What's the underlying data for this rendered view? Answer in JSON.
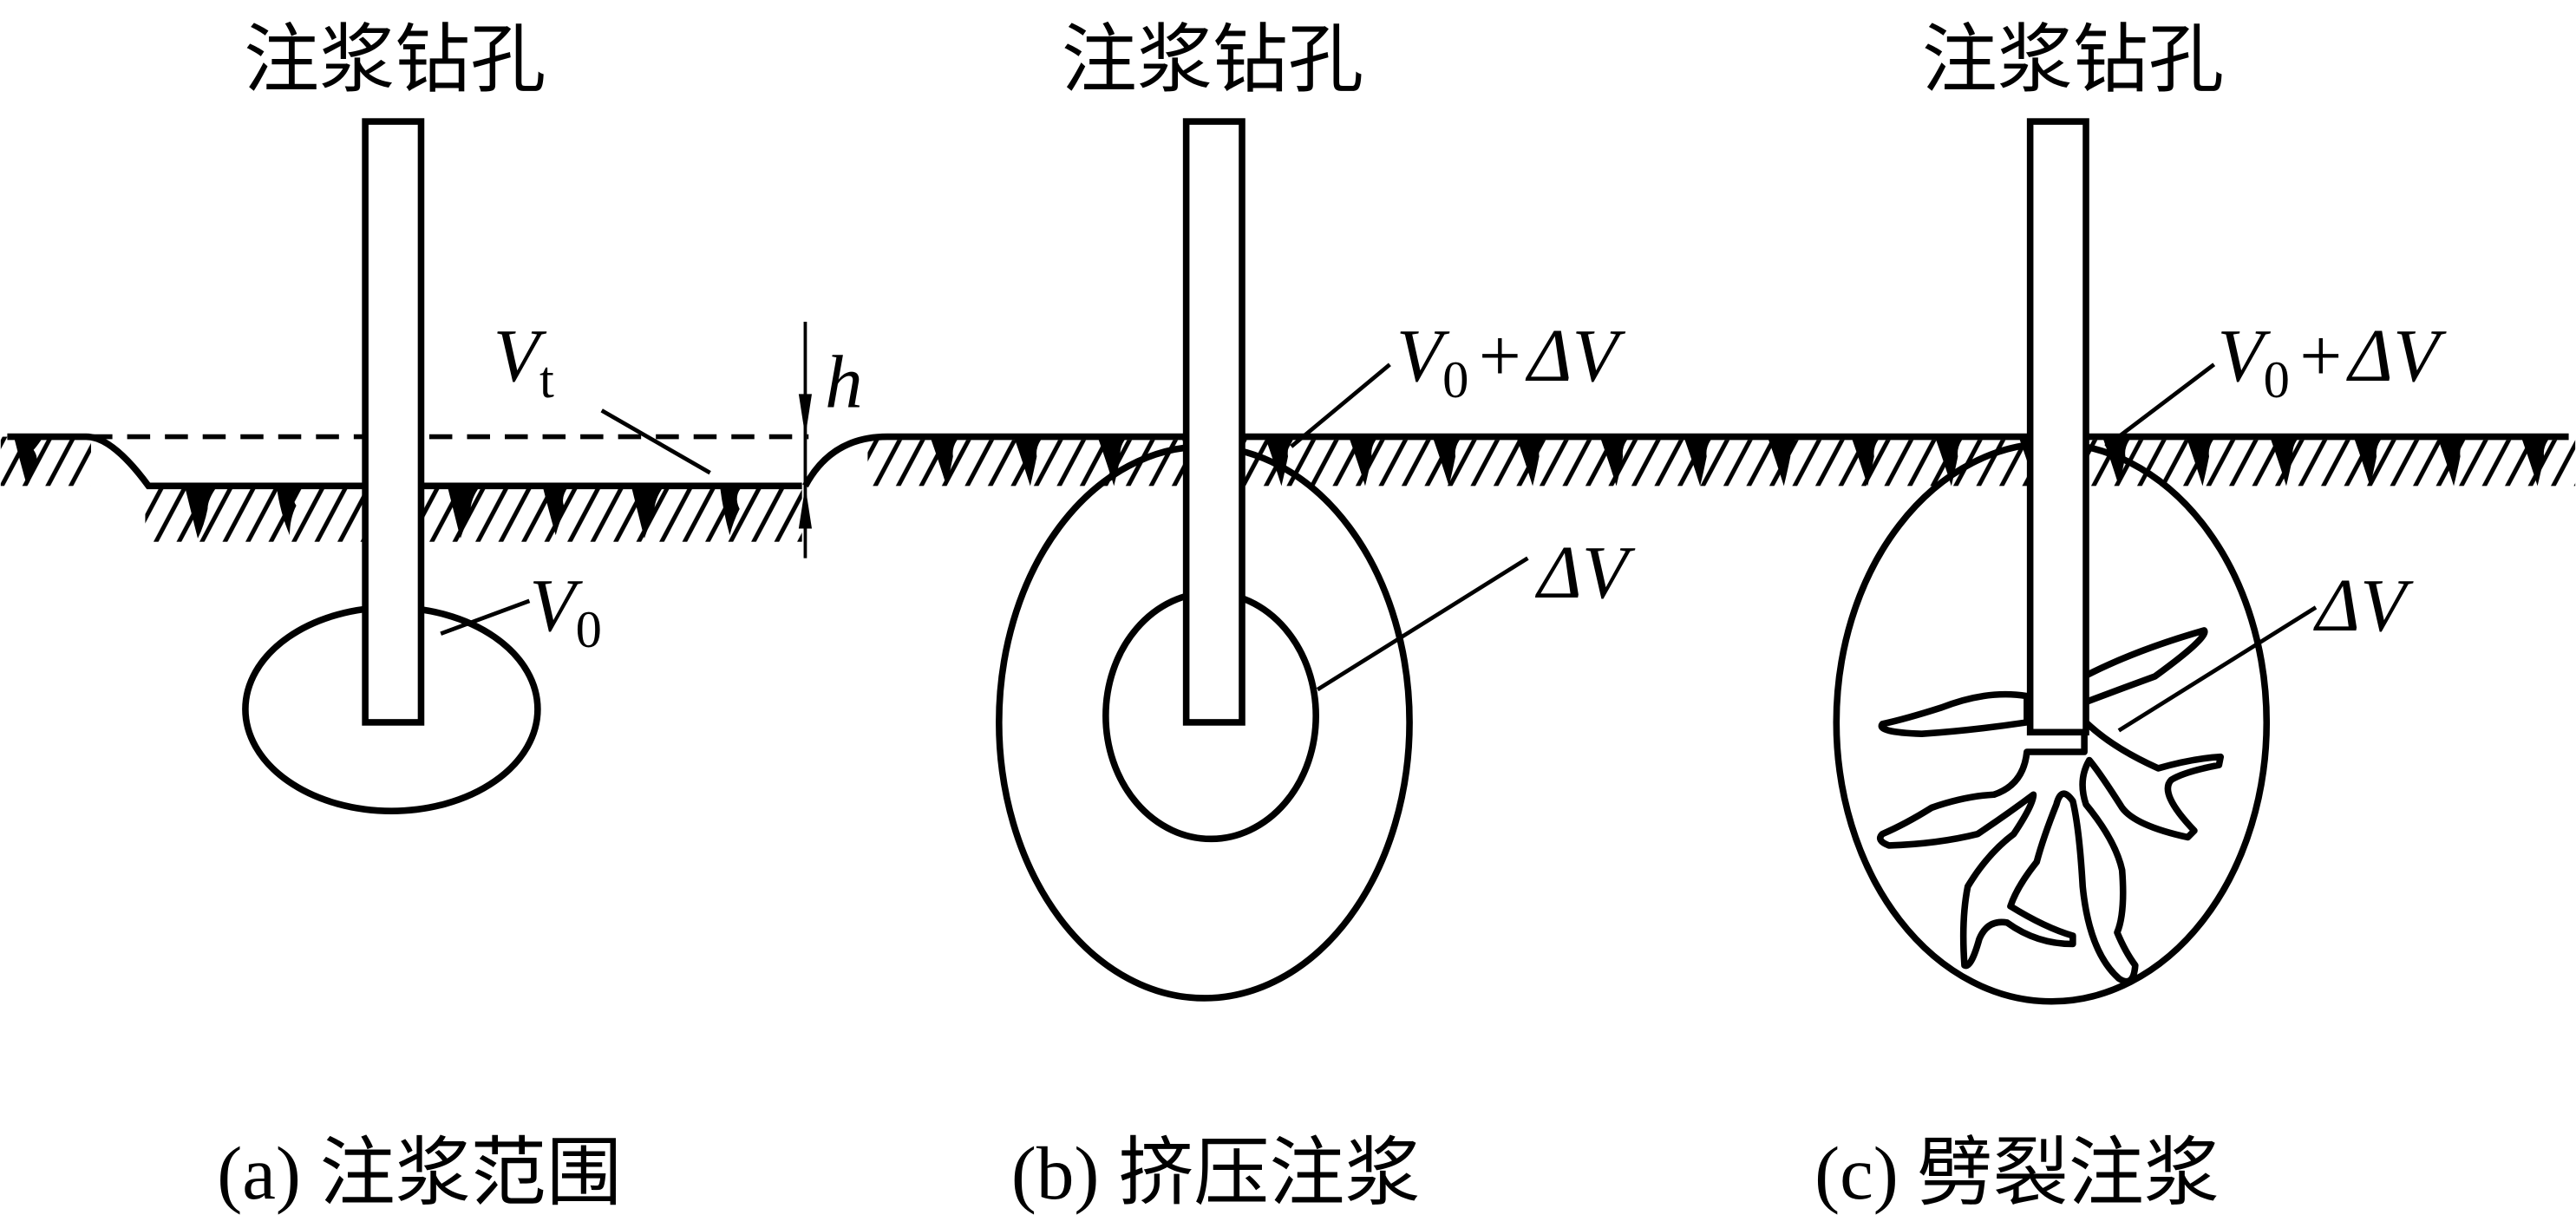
{
  "panels": [
    {
      "title": "注浆钻孔",
      "caption_letter": "(a)",
      "caption": "注浆范围"
    },
    {
      "title": "注浆钻孔",
      "caption_letter": "(b)",
      "caption": "挤压注浆"
    },
    {
      "title": "注浆钻孔",
      "caption_letter": "(c)",
      "caption": "劈裂注浆"
    }
  ],
  "labels": {
    "vt": {
      "main": "V",
      "sub": "t"
    },
    "h": "h",
    "v0": {
      "main": "V",
      "sub": "0"
    },
    "b_total": {
      "main": "V",
      "sub": "0",
      "plus": "+",
      "delta": "ΔV"
    },
    "b_delta": "ΔV",
    "c_total": {
      "main": "V",
      "sub": "0",
      "plus": "+",
      "delta": "ΔV"
    },
    "c_delta": "ΔV"
  }
}
